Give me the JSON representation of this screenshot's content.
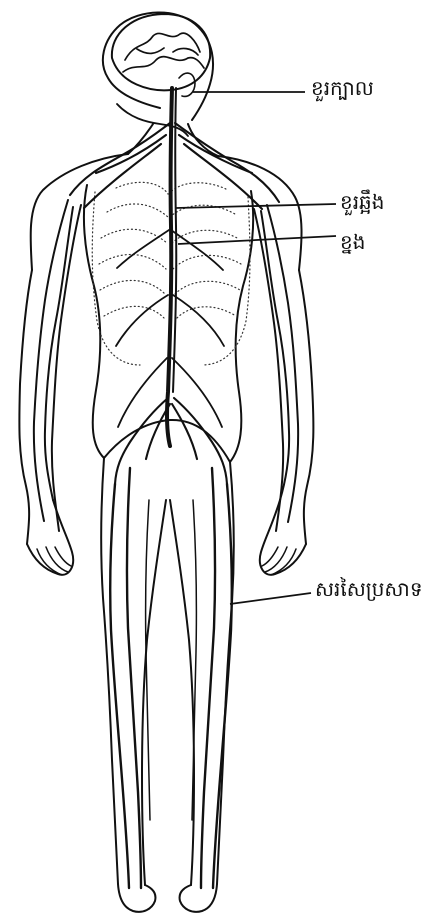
{
  "labels": {
    "brain": "ខួរក្បាល",
    "spinal_cord": "ខួរឆ្អឹង",
    "spinal_column": "ខ្នង",
    "nerves": "សរសៃប្រសាទ"
  },
  "colors": {
    "line": "#111111",
    "background": "#ffffff"
  }
}
